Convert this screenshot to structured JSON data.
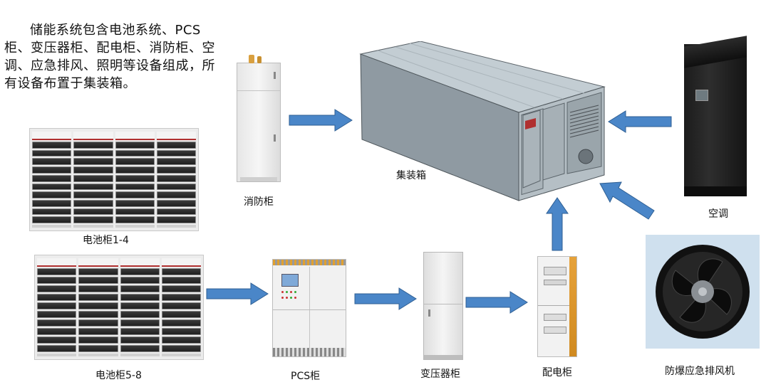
{
  "intro_text": "储能系统包含电池系统、PCS柜、变压器柜、配电柜、消防柜、空调、应急排风、照明等设备组成，所有设备布置于集装箱。",
  "labels": {
    "battery_1_4": "电池柜1-4",
    "battery_5_8": "电池柜5-8",
    "fire_cabinet": "消防柜",
    "container": "集装箱",
    "air_conditioner": "空调",
    "pcs_cabinet": "PCS柜",
    "transformer_cabinet": "变压器柜",
    "distribution_cabinet": "配电柜",
    "exhaust_fan": "防爆应急排风机"
  },
  "colors": {
    "arrow_fill": "#4a86c8",
    "arrow_stroke": "#2f5f93"
  }
}
